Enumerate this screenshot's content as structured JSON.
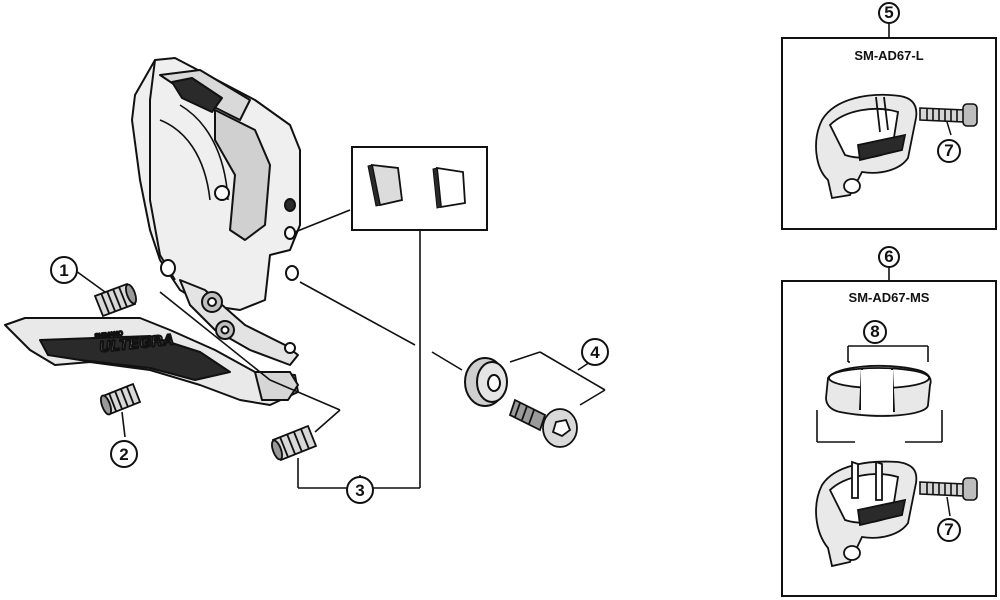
{
  "diagram": {
    "callouts": [
      "1",
      "2",
      "3",
      "4",
      "5",
      "6",
      "7",
      "7",
      "8"
    ],
    "box_titles": {
      "box5": "SM-AD67-L",
      "box6": "SM-AD67-MS"
    },
    "brand": {
      "name": "ULTEGRA",
      "maker": "SHIMANO"
    },
    "colors": {
      "line": "#111111",
      "fill_light": "#e6e6e6",
      "fill_mid": "#bfbfbf",
      "fill_dark": "#2a2a2a"
    }
  }
}
